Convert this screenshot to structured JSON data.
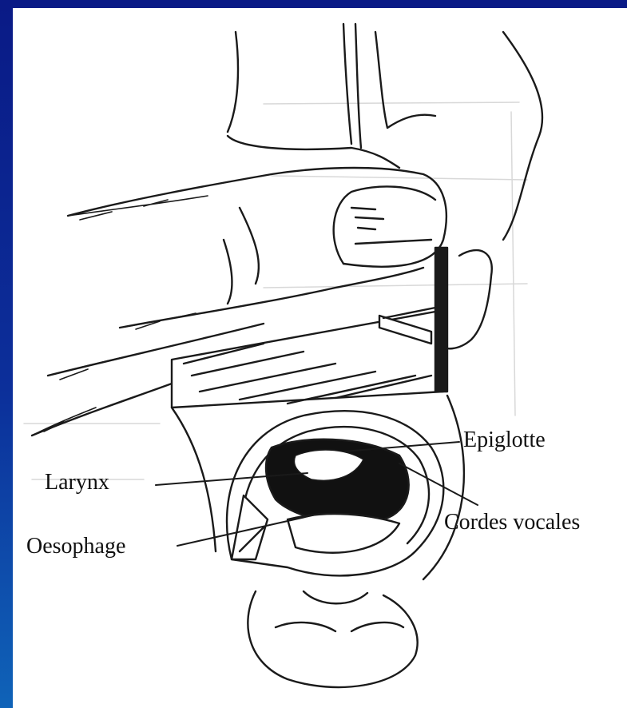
{
  "labels": {
    "epiglotte": "Epiglotte",
    "larynx": "Larynx",
    "cordes_vocales": "Cordes vocales",
    "oesophage": "Oesophage"
  },
  "colors": {
    "frame_dark": "#0a1a86",
    "frame_light": "#0f63b8",
    "paper": "#ffffff",
    "ink": "#111111"
  }
}
